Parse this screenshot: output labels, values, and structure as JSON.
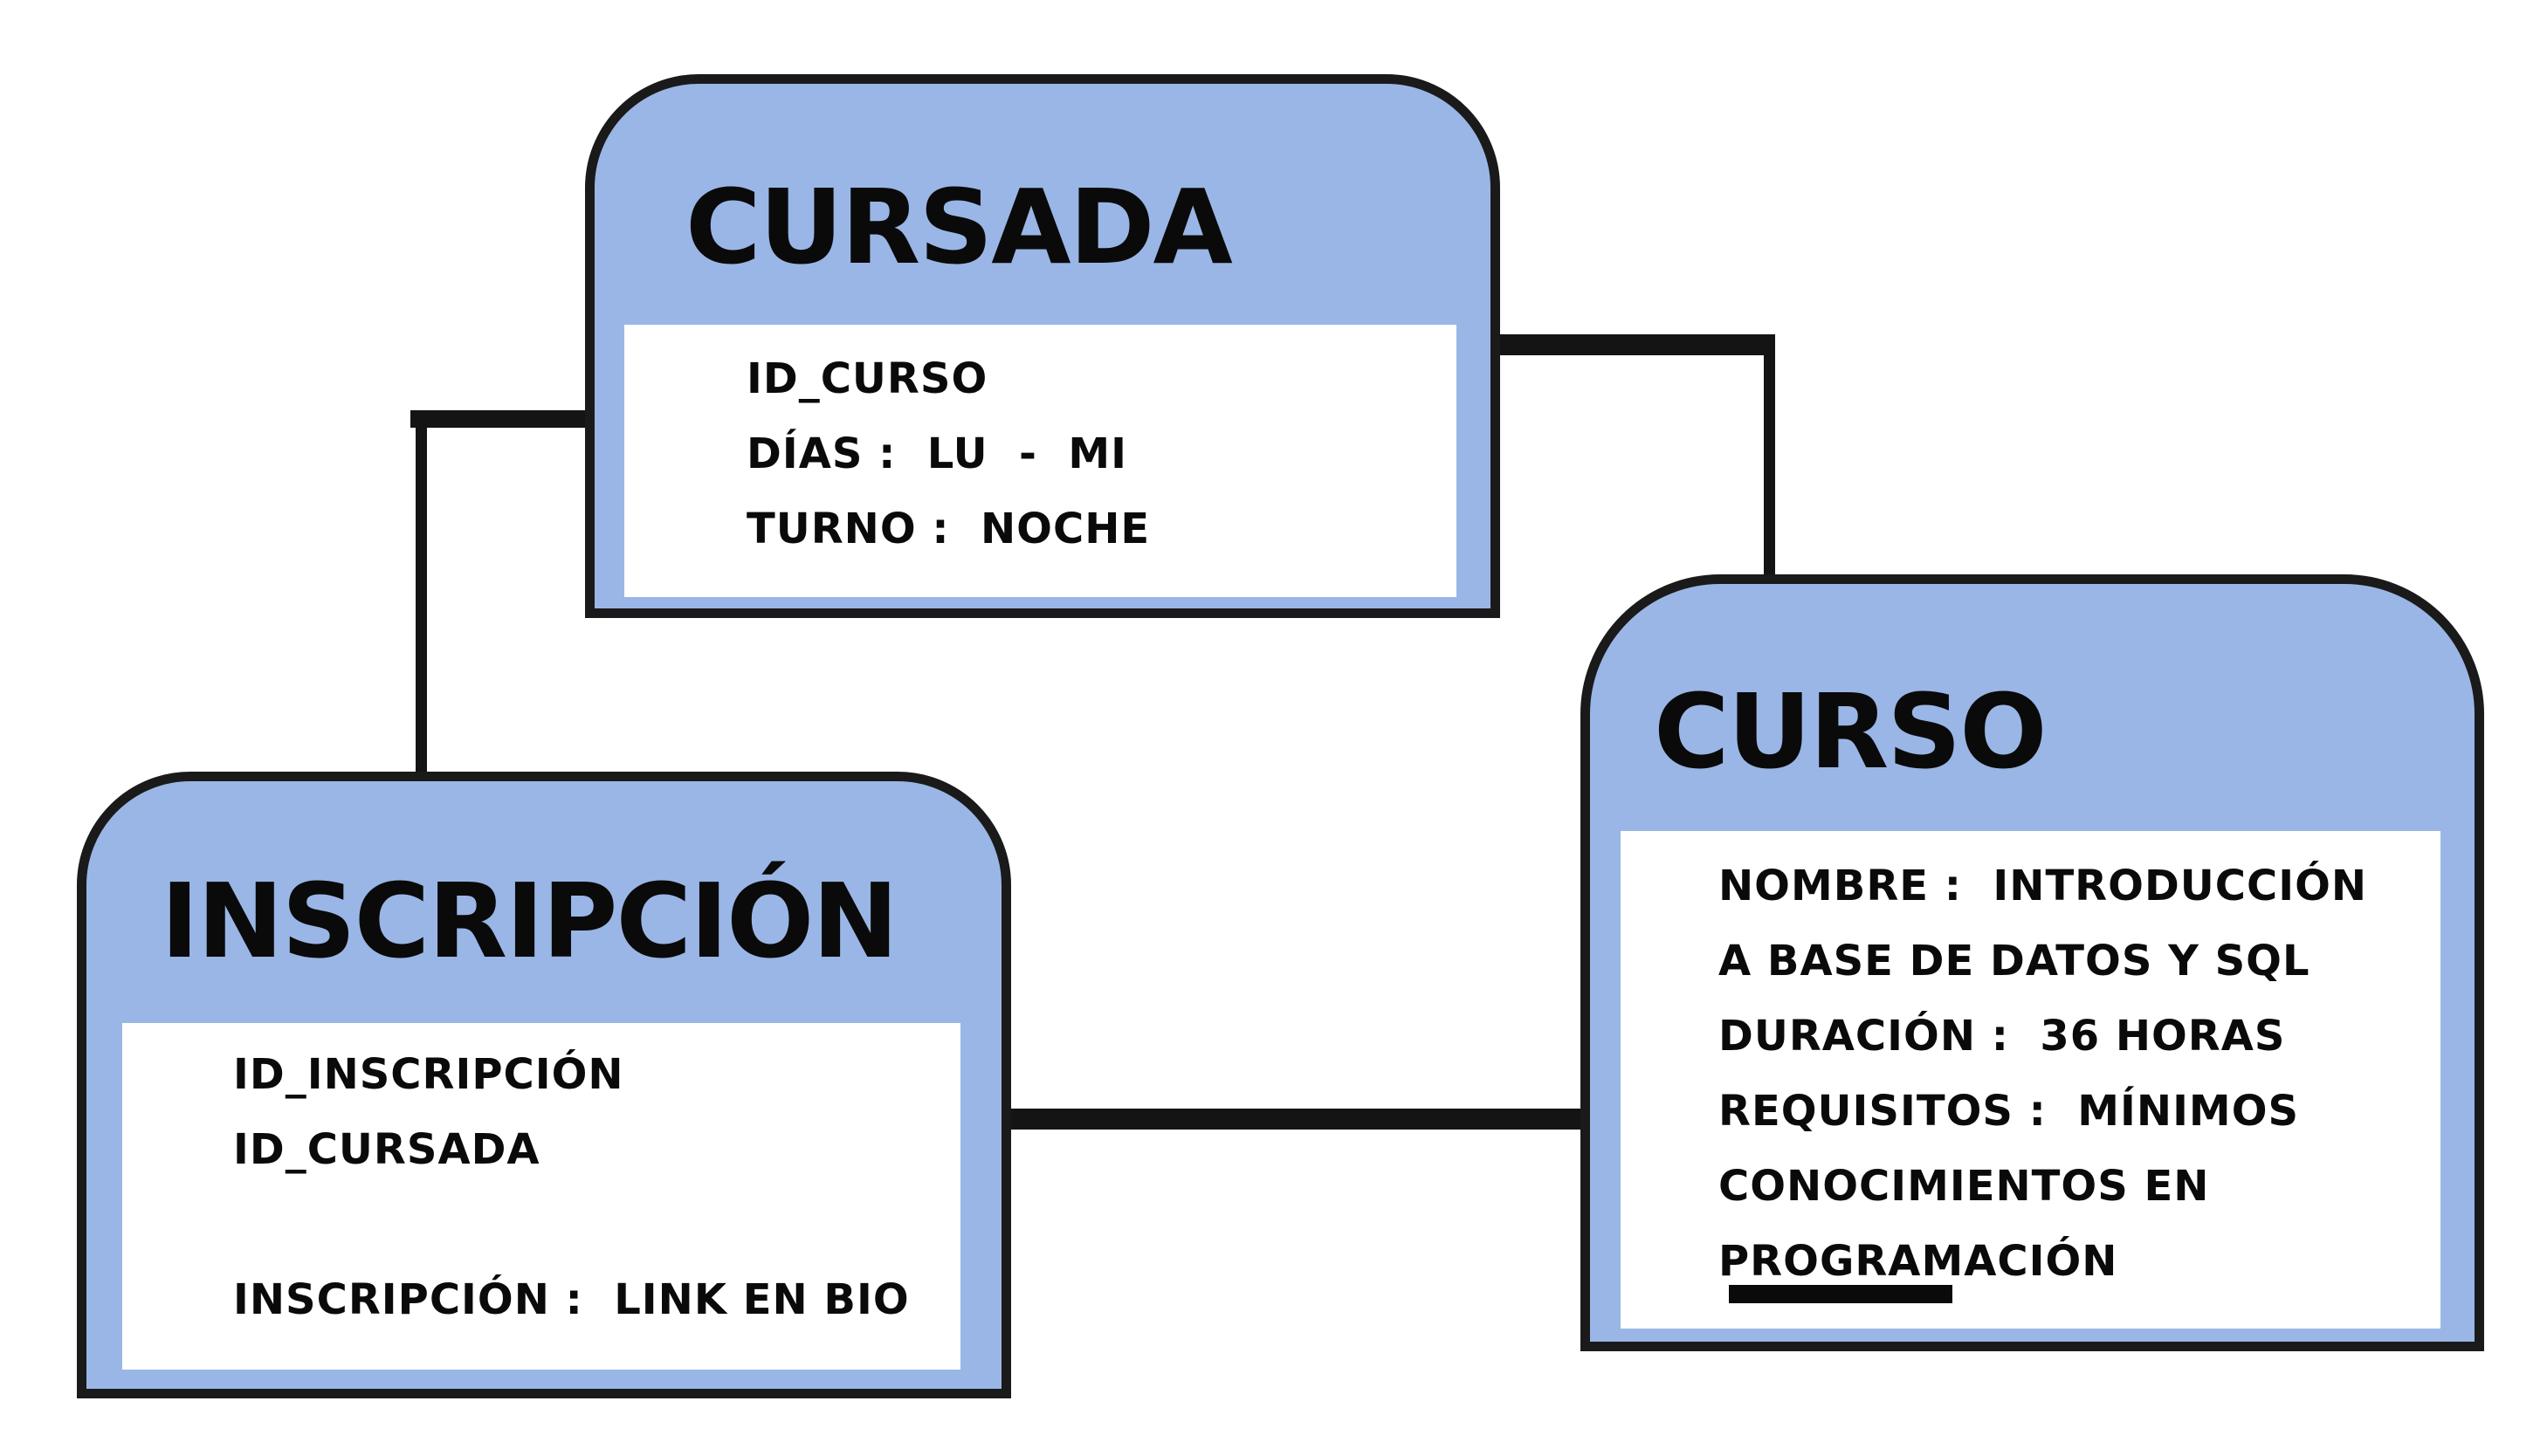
{
  "colors": {
    "entity_fill": "#9ab6e6",
    "entity_border": "#1a1a1a",
    "panel_fill": "#ffffff",
    "connector": "#141414",
    "text": "#0a0a0a",
    "page_background": "#ffffff"
  },
  "entities": [
    {
      "id": "cursada",
      "title": "CURSADA",
      "fields": [
        "ID_CURSO",
        "DÍAS :  LU  -  MI",
        "TURNO :  NOCHE"
      ]
    },
    {
      "id": "inscripcion",
      "title": "INSCRIPCIÓN",
      "fields": [
        "ID_INSCRIPCIÓN",
        "ID_CURSADA",
        "",
        "INSCRIPCIÓN :  LINK EN BIO"
      ]
    },
    {
      "id": "curso",
      "title": "CURSO",
      "fields": [
        "NOMBRE :  INTRODUCCIÓN",
        "A BASE DE DATOS Y SQL",
        "DURACIÓN :  36 HORAS",
        "REQUISITOS :  MÍNIMOS",
        "CONOCIMIENTOS EN",
        "PROGRAMACIÓN"
      ]
    }
  ],
  "relationships": [
    {
      "from": "CURSADA",
      "to": "INSCRIPCIÓN"
    },
    {
      "from": "CURSADA",
      "to": "CURSO"
    },
    {
      "from": "INSCRIPCIÓN",
      "to": "CURSO"
    }
  ]
}
